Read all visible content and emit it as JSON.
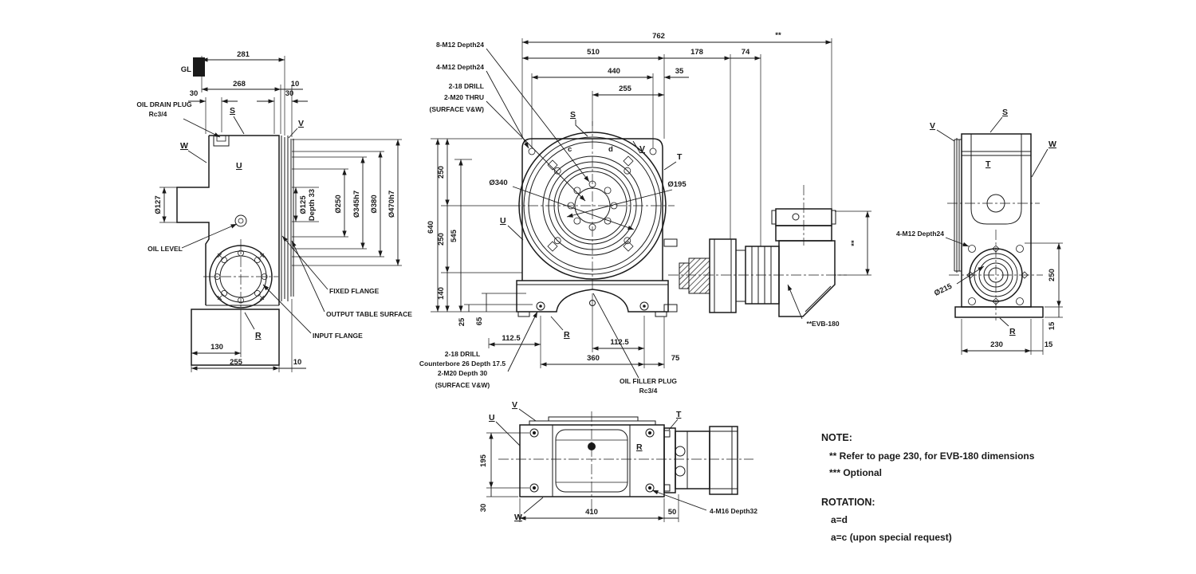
{
  "colors": {
    "line": "#1a1a1a",
    "background": "#ffffff"
  },
  "lv": {
    "gl": "GL",
    "d281": "281",
    "d268": "268",
    "d10t": "10",
    "d30l": "30",
    "d30r": "30",
    "oil_drain1": "OIL DRAIN PLUG",
    "oil_drain2": "Rc3/4",
    "s": "S",
    "v": "V",
    "w": "W",
    "u": "U",
    "r": "R",
    "dia127": "Ø127",
    "oil_level": "OIL LEVEL",
    "dia125": "Ø125",
    "dia125b": "Depth 33",
    "dia250": "Ø250",
    "dia345": "Ø345h7",
    "dia380": "Ø380",
    "dia470": "Ø470h7",
    "fixed_flange": "FIXED FLANGE",
    "output_table": "OUTPUT TABLE SURFACE",
    "input_flange": "INPUT FLANGE",
    "d130": "130",
    "d255": "255",
    "d10b": "10"
  },
  "fv": {
    "c8m12": "8-M12 Depth24",
    "c4m12": "4-M12 Depth24",
    "cd1": "2-18 DRILL",
    "cd2": "2-M20 THRU",
    "cd3": "(SURFACE V&W)",
    "d762": "762",
    "star": "**",
    "d510": "510",
    "d178": "178",
    "d74": "74",
    "d440": "440",
    "d35": "35",
    "d255": "255",
    "s": "S",
    "c": "c",
    "d": "d",
    "v": "V",
    "t": "T",
    "u": "U",
    "r": "R",
    "dia340": "Ø340",
    "dia195": "Ø195",
    "d640": "640",
    "d250a": "250",
    "d250b": "250",
    "d545": "545",
    "d140": "140",
    "d25": "25",
    "d65": "65",
    "d112l": "112.5",
    "d112r": "112.5",
    "d360": "360",
    "d75": "75",
    "cb1": "2-18 DRILL",
    "cb2": "Counterbore 26 Depth 17.5",
    "cb3": "2-M20 Depth 30",
    "cb4": "(SURFACE V&W)",
    "filler1": "OIL FILLER PLUG",
    "filler2": "Rc3/4",
    "evb": "**EVB-180",
    "star2": "**"
  },
  "rv": {
    "v": "V",
    "s": "S",
    "w": "W",
    "t": "T",
    "r": "R",
    "c4m12": "4-M12 Depth24",
    "dia215": "Ø215",
    "d250": "250",
    "d15s": "15",
    "d230": "230",
    "d15b": "15"
  },
  "bv": {
    "u": "U",
    "v": "V",
    "t": "T",
    "r": "R",
    "w": "W",
    "d195": "195",
    "d30": "30",
    "d410": "410",
    "d50": "50",
    "c4m16": "4-M16 Depth32"
  },
  "notes": {
    "title": "NOTE:",
    "l1": "** Refer to page 230, for EVB-180 dimensions",
    "l2": "*** Optional",
    "rot_title": "ROTATION:",
    "rot1": "a=d",
    "rot2": "a=c (upon special request)"
  }
}
